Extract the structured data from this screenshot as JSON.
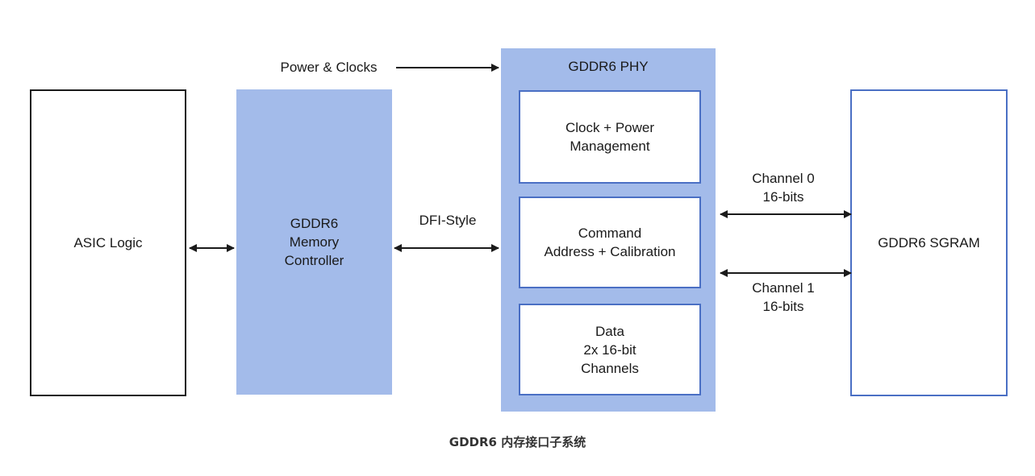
{
  "diagram": {
    "asic_logic": "ASIC Logic",
    "memory_controller": "GDDR6\nMemory\nController",
    "phy_title": "GDDR6 PHY",
    "phy_blocks": {
      "clock_power": "Clock + Power\nManagement",
      "command_address": "Command\nAddress + Calibration",
      "data": "Data\n2x 16-bit\nChannels"
    },
    "sgram": "GDDR6 SGRAM",
    "power_clocks": "Power & Clocks",
    "dfi_style": "DFI-Style",
    "channel0": "Channel 0\n16-bits",
    "channel1": "Channel 1\n16-bits",
    "caption": "GDDR6 内存接口子系统"
  },
  "colors": {
    "block_fill": "#a3bbea",
    "inner_border": "#4a6fc4",
    "outline": "#1a1a1a"
  }
}
